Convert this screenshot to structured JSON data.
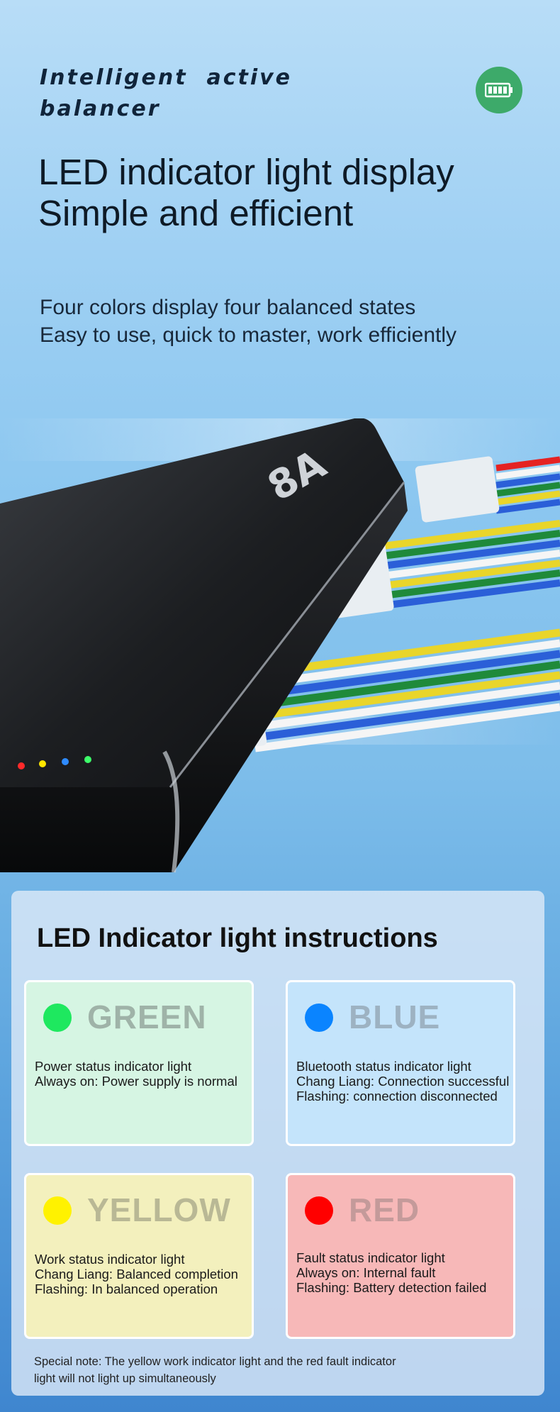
{
  "header": {
    "brand_line1": "Intelligent  active",
    "brand_line2": "balancer",
    "headline_line1": "LED indicator light display",
    "headline_line2": "Simple and efficient",
    "sub_line1": "Four colors display four balanced states",
    "sub_line2": "Easy to use, quick to master, work efficiently",
    "badge_icon": "battery-icon",
    "badge_color": "#3daa6a"
  },
  "device": {
    "model_label": "8A",
    "leds": [
      "#ff2a2a",
      "#ffe600",
      "#2e8bff",
      "#3dff6a"
    ]
  },
  "instructions": {
    "title": "LED Indicator light instructions",
    "cards": [
      {
        "color_name": "GREEN",
        "dot_color": "#1ee85f",
        "bg": "#d6f5e3",
        "name_color": "#9fb3a8",
        "line1": "Power status indicator light",
        "line2": "Always on: Power supply is normal",
        "line3": ""
      },
      {
        "color_name": "BLUE",
        "dot_color": "#0a84ff",
        "bg": "#c4e4fb",
        "name_color": "#9db2c2",
        "line1": "Bluetooth status indicator light",
        "line2": "Chang Liang: Connection successful",
        "line3": "Flashing: connection disconnected"
      },
      {
        "color_name": "YELLOW",
        "dot_color": "#fff200",
        "bg": "#f3f0bd",
        "name_color": "#b9b895",
        "line1": "Work status indicator light",
        "line2": "Chang Liang: Balanced completion",
        "line3": "Flashing: In balanced operation"
      },
      {
        "color_name": "RED",
        "dot_color": "#ff0000",
        "bg": "#f7b8b8",
        "name_color": "#c49a9a",
        "line1": "Fault status indicator light",
        "line2": "Always on: Internal fault",
        "line3": "Flashing: Battery detection failed"
      }
    ],
    "note_line1": "Special note: The yellow work indicator light and the red fault indicator",
    "note_line2": "light will not light up simultaneously"
  }
}
